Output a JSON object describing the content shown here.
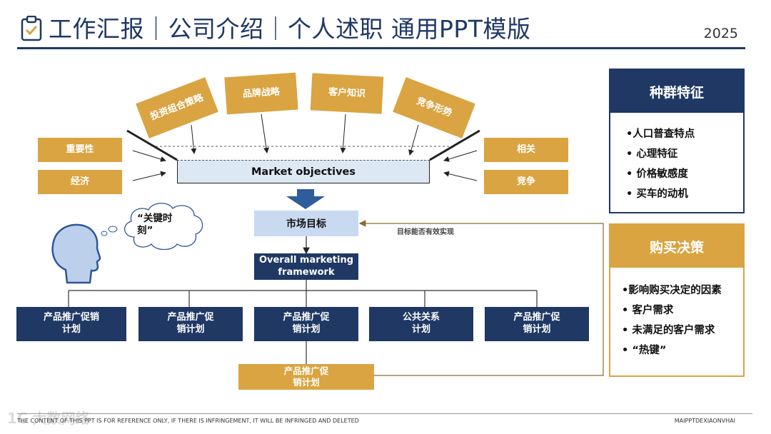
{
  "header": {
    "title": "工作汇报｜公司介绍｜个人述职 通用PPT模版",
    "year": "2025"
  },
  "diagram": {
    "arc_boxes": [
      "投资组合策略",
      "品牌战略",
      "客户知识",
      "竞争形势"
    ],
    "left_boxes": [
      "重要性",
      "经济"
    ],
    "right_boxes": [
      "相关",
      "竞争"
    ],
    "trough_label": "Market objectives",
    "thought_text": "“关键时刻”",
    "target_label": "市场目标",
    "feedback_label": "目标能否有效实现",
    "framework_label": "Overall marketing framework",
    "plans": [
      "产品推广促销计划",
      "产品推广促销计划",
      "产品推广促销计划",
      "公共关系计划",
      "产品推广促销计划"
    ],
    "bottom_plan": "产品推广促销计划"
  },
  "panels": {
    "population": {
      "title": "种群特征",
      "items": [
        "•人口普查特点",
        "• 心理特征",
        "• 价格敏感度",
        "• 买车的动机"
      ]
    },
    "purchase": {
      "title": "购买决策",
      "items": [
        "•影响购买决定的因素",
        "• 客户需求",
        "• 未满足的客户需求",
        "• “热键”"
      ]
    }
  },
  "footer": {
    "disclaimer": "THE CONTENT OF THIS PPT IS FOR REFERENCE ONLY, IF THERE IS INFRINGEMENT, IT WILL BE INFRINGED AND DELETED",
    "brand": "MAIPPTDEXIAONVHAI",
    "watermark": "1C 大数网络"
  },
  "colors": {
    "navy": "#1f3864",
    "gold": "#d9a441",
    "light_blue": "#c9daf0",
    "feedback_line": "#8b6a2f"
  },
  "icons": [
    "clipboard-check-icon",
    "head-profile-icon",
    "thought-cloud-icon",
    "down-arrow-icon"
  ]
}
